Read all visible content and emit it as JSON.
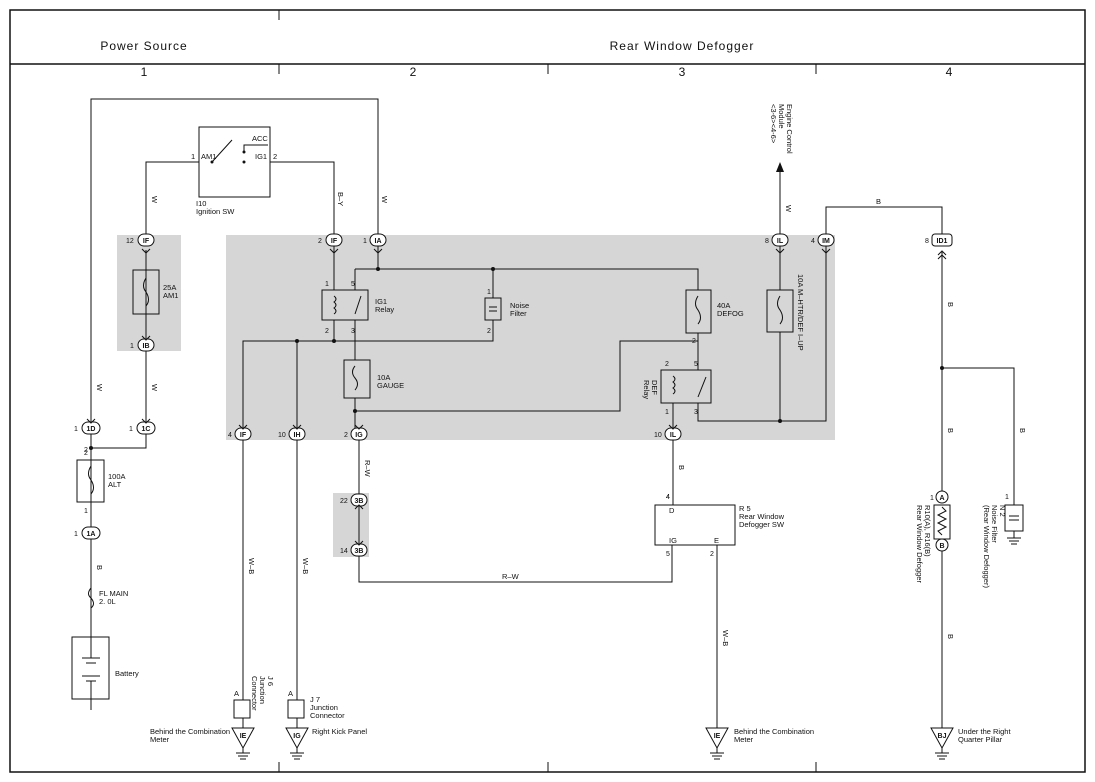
{
  "header": {
    "left": "Power Source",
    "right": "Rear Window Defogger"
  },
  "columns": [
    "1",
    "2",
    "3",
    "4"
  ],
  "components": {
    "ignition_sw": {
      "code": "I10",
      "name": "Ignition SW",
      "acc": "ACC",
      "am1": "AM1",
      "ig1": "IG1",
      "pin1": "1",
      "pin2": "2"
    },
    "fuse_am1": {
      "rating": "25A",
      "name": "AM1"
    },
    "fuse_alt": {
      "rating": "100A",
      "name": "ALT"
    },
    "fuse_fl": {
      "rating": "FL MAIN",
      "name": "2. 0L"
    },
    "battery": {
      "name": "Battery"
    },
    "ig1_relay": {
      "name": "IG1",
      "sub": "Relay"
    },
    "noise_filter": {
      "name": "Noise",
      "sub": "Filter"
    },
    "fuse_defog": {
      "rating": "40A",
      "name": "DEFOG"
    },
    "fuse_gauge": {
      "rating": "10A",
      "name": "GAUGE"
    },
    "fuse_mirror": {
      "name": "10A M–HTR/DEF I–UP"
    },
    "def_relay": {
      "name": "DEF",
      "sub": "Relay"
    },
    "ecm": {
      "line1": "Engine Control",
      "line2": "Module",
      "line3": "<3-6><4-6>"
    },
    "defogger_sw": {
      "code": "R 5",
      "name": "Rear Window",
      "sub": "Defogger SW",
      "D": "D",
      "IG": "IG",
      "E": "E"
    },
    "defogger": {
      "code": "R10(A), R16(B)",
      "name": "Rear Window Defogger"
    },
    "noise_filter2": {
      "code": "N 2",
      "name": "Noise Filter",
      "sub": "(Rear Window Defogger)"
    },
    "j6": {
      "code": "J 6",
      "name": "Junction",
      "sub": "Connector"
    },
    "j7": {
      "code": "J 7",
      "name": "Junction",
      "sub": "Connector"
    }
  },
  "wire_colors": {
    "w": "W",
    "b": "B",
    "by": "B–Y",
    "rw": "R–W",
    "wb": "W–B"
  },
  "connectors": {
    "if_top": "IF",
    "ia": "IA",
    "il": "IL",
    "im": "IM",
    "id1": "ID1",
    "if_fuse": "IF",
    "ib": "IB",
    "id": "1D",
    "ic": "1C",
    "ia1": "1A",
    "if_bot": "IF",
    "ih": "IH",
    "ig": "IG",
    "il_bot": "IL",
    "b3a": "3B",
    "b3b": "3B",
    "a": "A",
    "b": "B"
  },
  "grounds": {
    "ie1": {
      "code": "IE",
      "loc1": "Behind the Combination",
      "loc2": "Meter"
    },
    "ig": {
      "code": "IG",
      "loc1": "Right Kick Panel"
    },
    "ie2": {
      "code": "IE",
      "loc1": "Behind the Combination",
      "loc2": "Meter"
    },
    "bj": {
      "code": "BJ",
      "loc1": "Under the Right",
      "loc2": "Quarter Pillar"
    }
  },
  "pins": {
    "p1": "1",
    "p2": "2",
    "p3": "3",
    "p4": "4",
    "p5": "5",
    "p8": "8",
    "p10": "10",
    "p12": "12",
    "p14": "14",
    "p22": "22"
  },
  "colors": {
    "junction_block": "#d6d6d6",
    "line": "#111111"
  }
}
